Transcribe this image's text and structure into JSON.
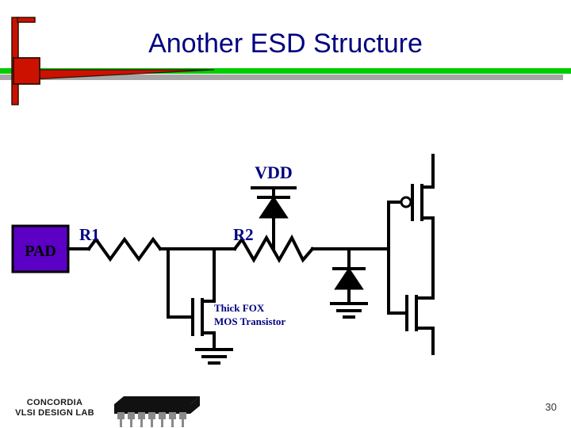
{
  "slide": {
    "title": "Another ESD Structure",
    "page_number": "30",
    "title_color": "#000080",
    "accent_line_color": "#00CC00",
    "accent_shadow_color": "#A6A6A6",
    "deco_red_color": "#CC1100",
    "deco_outline_color": "#331100"
  },
  "footer": {
    "logo_line1": "CONCORDIA",
    "logo_line2": "VLSI DESIGN LAB",
    "chip_icon": "ic-chip-icon",
    "logo_color": "#1a1a1a"
  },
  "circuit": {
    "wire_color": "#000000",
    "label_color": "#000080",
    "pad": {
      "label": "PAD",
      "fill_color": "#5B00C4",
      "border_color": "#000000",
      "text_color": "#000000"
    },
    "labels": {
      "vdd": "VDD",
      "r1": "R1",
      "r2": "R2",
      "thick_fox_line1": "Thick FOX",
      "thick_fox_line2": "MOS Transistor"
    },
    "components": [
      {
        "name": "pad-block",
        "type": "pad"
      },
      {
        "name": "resistor-r1",
        "type": "resistor"
      },
      {
        "name": "resistor-r2",
        "type": "resistor"
      },
      {
        "name": "diode-vdd",
        "type": "diode"
      },
      {
        "name": "diode-ground",
        "type": "diode"
      },
      {
        "name": "thick-fox-nmos",
        "type": "nmos"
      },
      {
        "name": "pmos-transistor",
        "type": "pmos"
      },
      {
        "name": "nmos-transistor",
        "type": "nmos"
      },
      {
        "name": "vdd-rail",
        "type": "rail"
      },
      {
        "name": "ground-symbol-fox",
        "type": "ground"
      },
      {
        "name": "ground-symbol-diode",
        "type": "ground"
      }
    ]
  }
}
